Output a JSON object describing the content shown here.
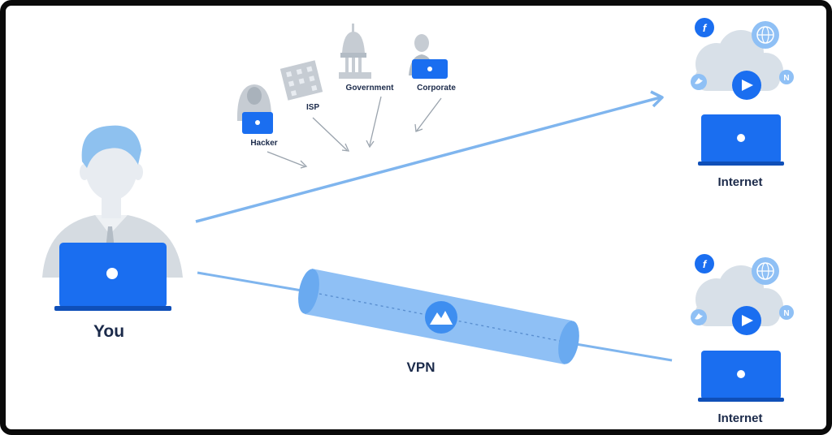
{
  "labels": {
    "user": "You",
    "tunnel": "VPN",
    "internet_top": "Internet",
    "internet_bottom": "Internet"
  },
  "threats": [
    {
      "label": "Hacker",
      "icon": "hacker-icon"
    },
    {
      "label": "ISP",
      "icon": "isp-building-icon"
    },
    {
      "label": "Government",
      "icon": "government-capitol-icon"
    },
    {
      "label": "Corporate",
      "icon": "corporate-person-icon"
    }
  ],
  "service_icons": [
    "facebook-icon",
    "globe-icon",
    "twitter-icon",
    "play-icon",
    "netflix-icon"
  ],
  "colors": {
    "accent_blue": "#1a73e8",
    "line_blue": "#7fb5ee",
    "tunnel_blue": "#8fc0f5",
    "cloud_gray": "#d8e0e8",
    "threat_gray": "#c6ccd3",
    "text_dark": "#1b2a4a",
    "frame": "#0a0a0a"
  }
}
